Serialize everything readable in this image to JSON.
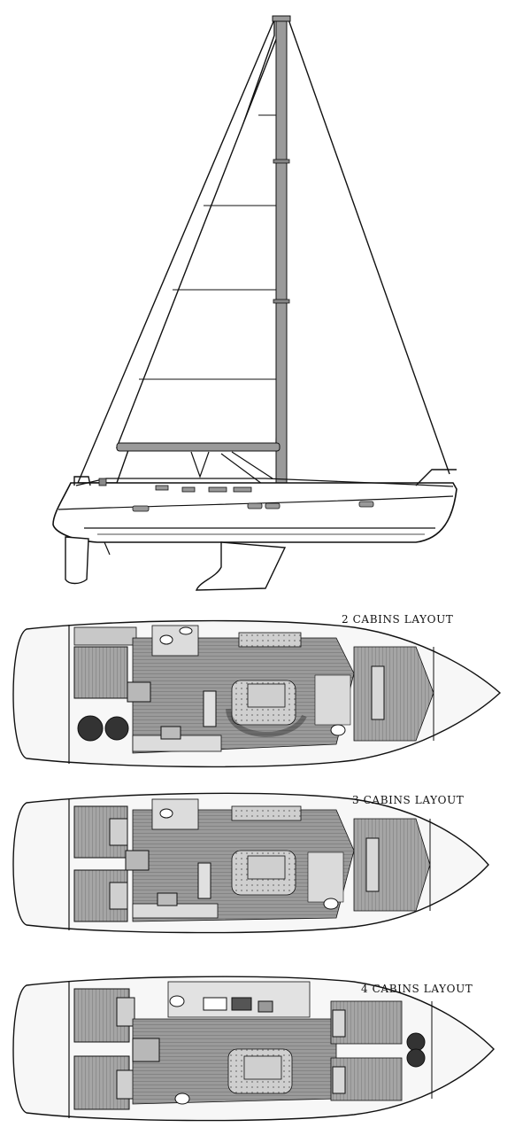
{
  "layouts": [
    {
      "label": "2 CABINS LAYOUT",
      "cabins": 2
    },
    {
      "label": "3 CABINS LAYOUT",
      "cabins": 3
    },
    {
      "label": "4 CABINS LAYOUT",
      "cabins": 4
    }
  ],
  "colors": {
    "line": "#111111",
    "mast": "#9a9a9a",
    "floor": "#8a8a8a",
    "furniture": "#c4c4c4",
    "bunk": "#b0b0b0",
    "hull_fill": "#f7f7f7"
  }
}
